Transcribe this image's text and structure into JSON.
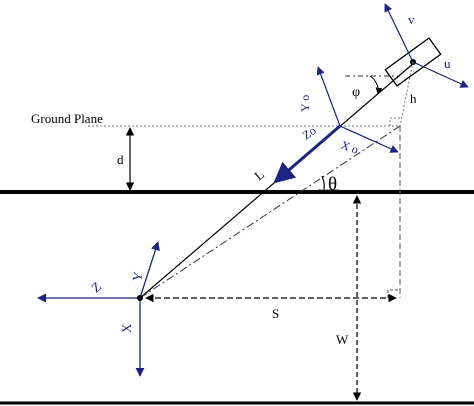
{
  "labels": {
    "ground_plane": "Ground Plane",
    "d": "d",
    "L": "L",
    "theta": "θ",
    "phi": "φ",
    "h": "h",
    "v": "v",
    "u": "u",
    "S": "S",
    "W": "W",
    "Y0": "Y o",
    "Z0": "Zo",
    "X0": "X o",
    "Z": "Z",
    "Y": "Y",
    "X": "X"
  },
  "colors": {
    "axis_blue": "#1a237e",
    "line": "#000000",
    "dashed": "#555555"
  }
}
